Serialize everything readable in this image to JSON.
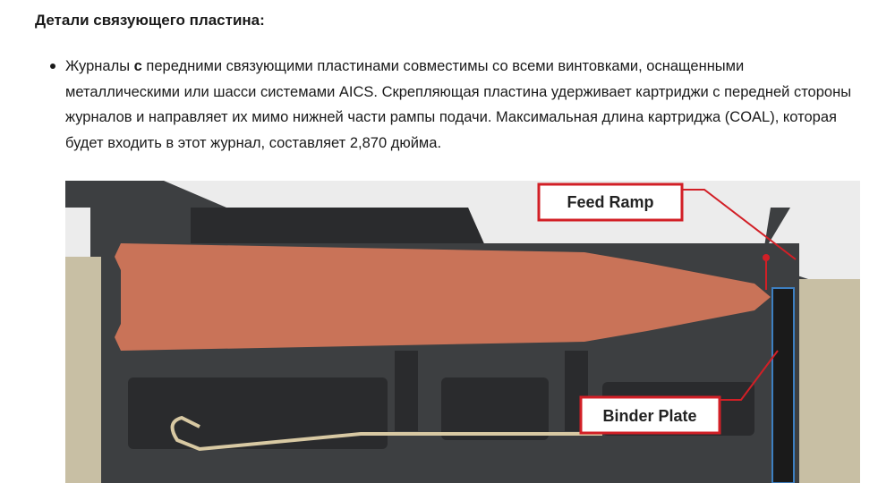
{
  "heading": "Детали связующего пластина:",
  "bullet": {
    "part1": "Журналы ",
    "bold_word": "с",
    "part2": " передними связующими пластинами совместимы со всеми винтовками, оснащенными металлическими или шасси системами AICS. Скрепляющая пластина удерживает картриджи с передней стороны журналов и направляет их мимо нижней части рампы подачи. Максимальная длина картриджа (COAL), которая будет входить в этот журнал, составляет 2,870 дюйма."
  },
  "figure": {
    "feed_ramp_label": "Feed Ramp",
    "binder_plate_label": "Binder Plate",
    "colors": {
      "cartridge": "#c97358",
      "magazine_body": "#3d3f41",
      "magazine_dark": "#2a2b2d",
      "chassis_tan": "#c8bfa4",
      "chassis_light": "#ececec",
      "binder_plate": "#1a1a1a",
      "binder_outline": "#3d7fc1",
      "callout_red": "#d21f26",
      "spring_tan": "#d8c9a3"
    }
  }
}
